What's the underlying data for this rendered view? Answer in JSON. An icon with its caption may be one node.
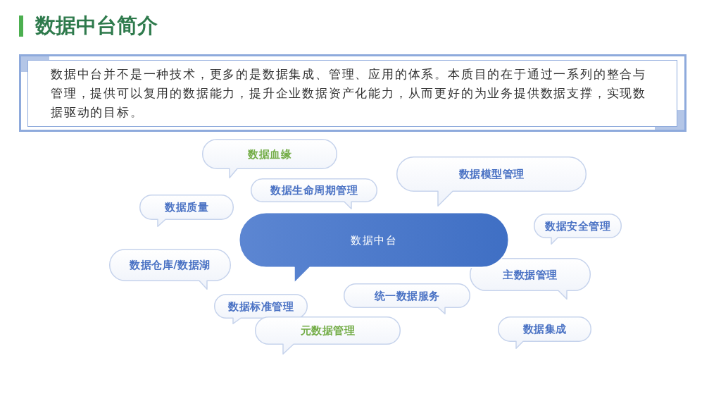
{
  "diagram": {
    "title": "数据中台简介",
    "nodes": [
      {
        "text": [
          "数据中台并不是一种技术，更多的是数据集成、管理、应用的体系。本质目的在于通过一系列的整合与管理，提供可以复用的数据能力，提升企业数据资产化能力，从而更好的为业务提供数据支撑，实现数据驱动的目标。"
        ]
      },
      {
        "text": [
          "数据血缘"
        ]
      },
      {
        "text": [
          "数据模型管理"
        ]
      },
      {
        "text": [
          "数据生命周期管理"
        ]
      },
      {
        "text": [
          "数据质量"
        ]
      },
      {
        "text": [
          "数据中台"
        ]
      },
      {
        "text": [
          "数据安全管理"
        ]
      },
      {
        "text": [
          "数据仓库/数据湖"
        ]
      },
      {
        "text": [
          "主数据管理"
        ]
      },
      {
        "text": [
          "统一数据服务"
        ]
      },
      {
        "text": [
          "数据标准管理"
        ]
      },
      {
        "text": [
          "元数据管理"
        ]
      },
      {
        "text": [
          "数据集成"
        ]
      }
    ]
  }
}
